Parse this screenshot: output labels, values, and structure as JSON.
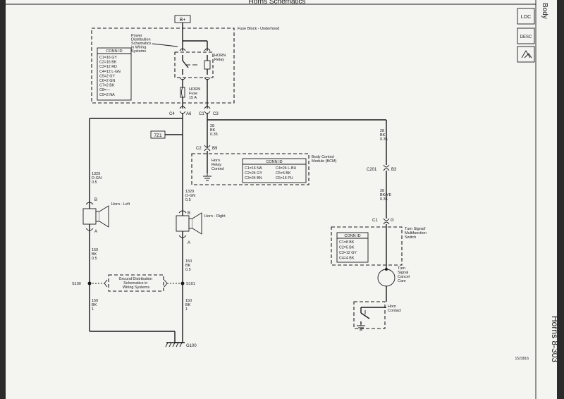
{
  "page": {
    "header_title": "Horns Schematics",
    "section_tab": "Body",
    "footer_text": "Horns  8-303",
    "figure_id": "1523816"
  },
  "nav_icons": {
    "loc": "LOC",
    "desc": "DESC",
    "cat_icon": "cat-icon"
  },
  "fuse_block": {
    "bplus": "B+",
    "label": "Fuse Block - Underhood",
    "power_ref_lines": [
      "Power",
      "Distribution",
      "Schematics",
      "in Wiring",
      "Systems"
    ],
    "relay_lines": [
      "HORN",
      "Relay"
    ],
    "fuse_lines": [
      "HORN",
      "Fuse",
      "15 A"
    ],
    "conn_title": "CONN ID",
    "conn_rows": [
      "C1=16 GY",
      "C2=16 BK",
      "C3=12 RD",
      "C4=12 L-GN",
      "C5=2 GY",
      "C6=2 GN",
      "C7=2 BK",
      "C8=—",
      "C9=2 NA"
    ],
    "pins": {
      "c4": "C4",
      "a6": "A6",
      "c1": "C1",
      "c3": "C3"
    }
  },
  "wire_28_top": [
    "28",
    "BK",
    "0.35"
  ],
  "wire_28_right": [
    "28",
    "BK",
    "0.35"
  ],
  "wire_28_bkye": [
    "28",
    "BK/YE",
    "0.35"
  ],
  "ref_box": "7Z1",
  "bcm": {
    "pin_c2": "C2",
    "pin_b9": "B9",
    "input_lines": [
      "Horn",
      "Relay",
      "Control"
    ],
    "label_lines": [
      "Body Control",
      "Module (BCM)"
    ],
    "conn_title": "CONN ID",
    "rows_left": [
      "C1=16 NA",
      "C2=24 GY",
      "C3=24 BN"
    ],
    "rows_right": [
      "C4=24 L-BU",
      "C5=6 BK",
      "C6=16 PU"
    ]
  },
  "c201": {
    "label": "C201",
    "pin": "B3"
  },
  "horn_left": {
    "wire": [
      "1329",
      "D-GN",
      "0.5"
    ],
    "label": "Horn - Left",
    "pin_b": "B",
    "pin_a": "A",
    "ground_wire": [
      "150",
      "BK",
      "0.5"
    ]
  },
  "horn_right": {
    "wire": [
      "1329",
      "D-GN",
      "0.5"
    ],
    "label": "Horn - Right",
    "pin_b": "B",
    "pin_a": "A",
    "ground_wire": [
      "150",
      "BK",
      "0.5"
    ]
  },
  "splices": {
    "left": "S100",
    "right": "S101",
    "ground_ref_lines": [
      "Ground Distribution",
      "Schematics in",
      "Wiring Systems"
    ]
  },
  "lower_wires": {
    "left": [
      "150",
      "BK",
      "1"
    ],
    "right": [
      "150",
      "BK",
      "1"
    ]
  },
  "ground": {
    "label": "G100"
  },
  "turn_switch": {
    "pin_c1": "C1",
    "pin_g": "G",
    "label_lines": [
      "Turn Signal/",
      "Multifunction",
      "Switch"
    ],
    "conn_title": "CONN ID",
    "conn_rows": [
      "C1=8 BK",
      "C2=5 BK",
      "C3=12 GY",
      "C4=4 BK"
    ],
    "cam_lines": [
      "Turn",
      "Signal",
      "Cancel",
      "Cam"
    ],
    "contact_lines": [
      "Horn",
      "Contact"
    ]
  }
}
